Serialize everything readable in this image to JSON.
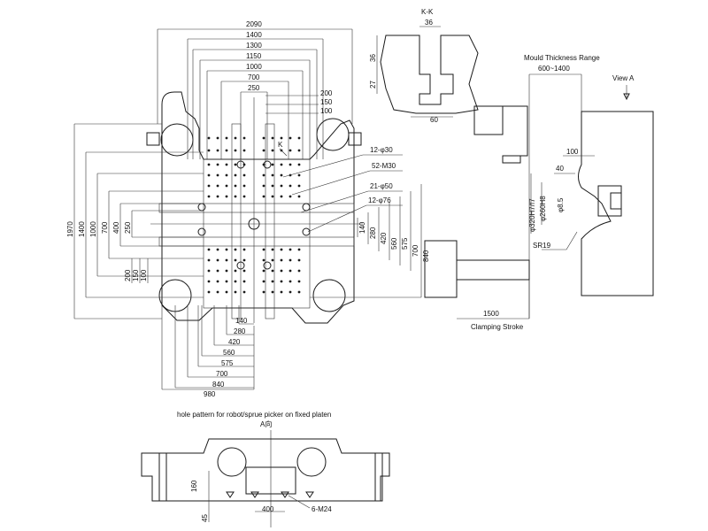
{
  "main_view": {
    "top_dims": [
      "2090",
      "1400",
      "1300",
      "1150",
      "1000",
      "700",
      "250"
    ],
    "right_upper_dims": [
      "200",
      "150",
      "100"
    ],
    "left_dims": [
      "1970",
      "1400",
      "1000",
      "700",
      "400",
      "250"
    ],
    "left_lower_dims": [
      "200",
      "150",
      "100"
    ],
    "right_dims": [
      "140",
      "280",
      "420",
      "560",
      "575",
      "700",
      "840"
    ],
    "bottom_dims": [
      "140",
      "280",
      "420",
      "560",
      "575",
      "700",
      "840",
      "980"
    ],
    "callouts": [
      "12-φ30",
      "52-M30",
      "21-φ50",
      "12-φ76"
    ],
    "section_mark": "K"
  },
  "section_kk": {
    "title": "K-K",
    "dims": [
      "36",
      "36",
      "27",
      "60"
    ]
  },
  "side_view": {
    "mould_label": "Mould Thickness Range",
    "mould_range": "600~1400",
    "view_label": "View A",
    "dims": [
      "100",
      "40",
      "φ320H7/f7",
      "φ260H8",
      "φ8.5",
      "SR19"
    ],
    "stroke_value": "1500",
    "stroke_label": "Clamping Stroke"
  },
  "bottom_view": {
    "title": "hole pattern for robot/sprue picker on fixed platen",
    "view_mark": "A向",
    "dims": [
      "160",
      "45",
      "400"
    ],
    "callout": "6-M24"
  }
}
